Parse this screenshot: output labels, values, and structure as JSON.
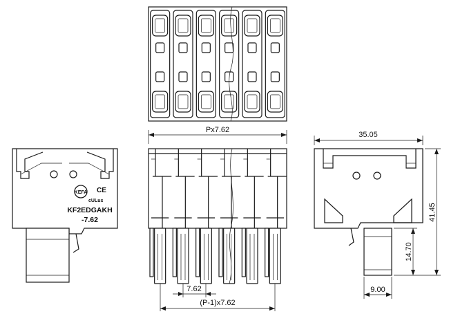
{
  "left_view": {
    "brand": "KEFA",
    "model": "KF2EDGAKH",
    "pitch": "-7.62",
    "marks": [
      "CE",
      "cULus"
    ]
  },
  "front_view": {
    "pole_count_shown": 6,
    "dim_top": "Px7.62",
    "dim_pitch": "7.62",
    "dim_bottom": "(P-1)x7.62"
  },
  "right_view": {
    "dim_width": "35.05",
    "dim_height": "41.45",
    "dim_pin_length": "14.70",
    "dim_pin_width": "9.00"
  }
}
